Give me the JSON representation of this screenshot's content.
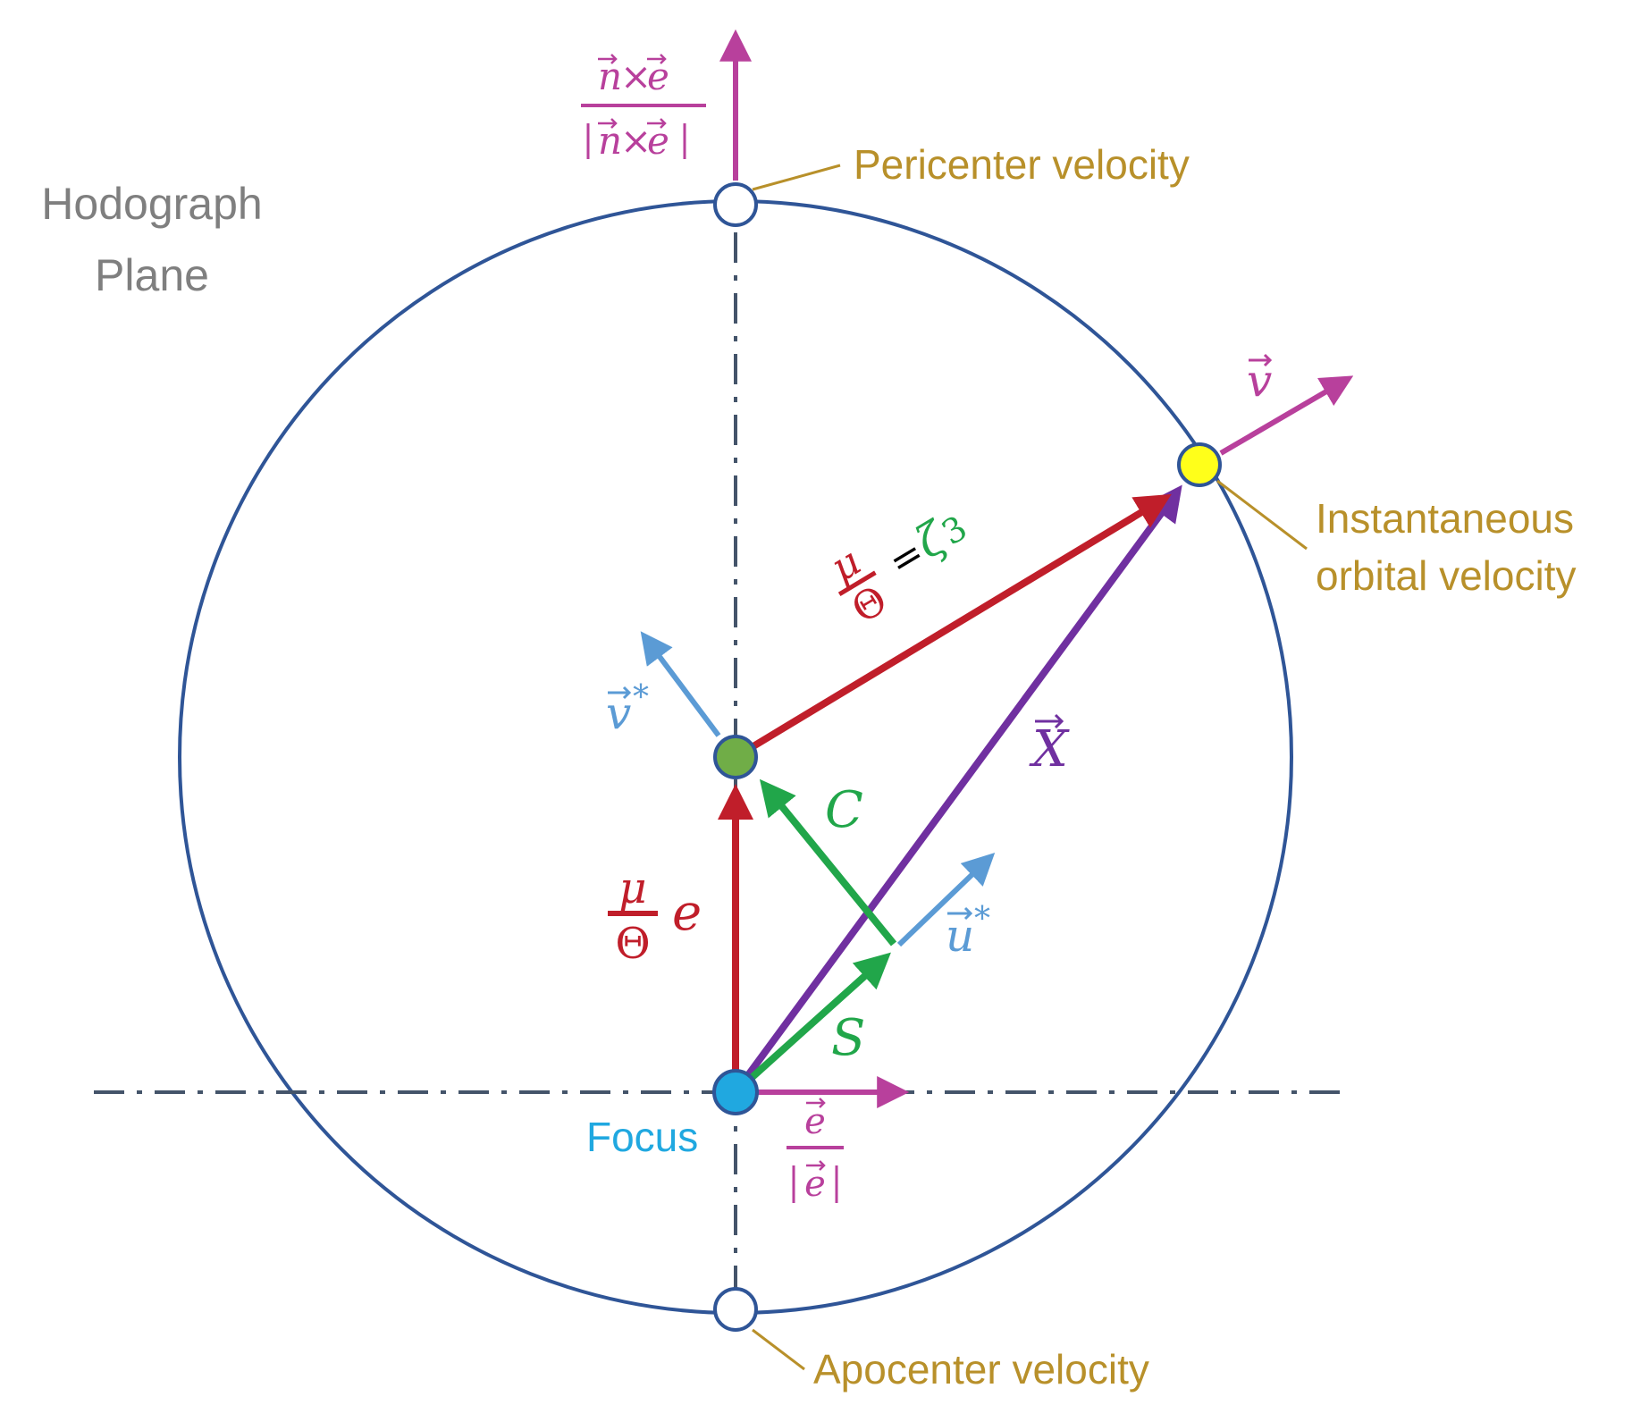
{
  "plane_label": {
    "line1": "Hodograph",
    "line2": "Plane"
  },
  "callouts": {
    "pericenter": "Pericenter velocity",
    "apocenter": "Apocenter velocity",
    "instantaneous_line1": "Instantaneous",
    "instantaneous_line2": "orbital velocity",
    "focus": "Focus"
  },
  "vector_labels": {
    "v": "v",
    "v_star": "v",
    "u_star": "u",
    "star": "*",
    "X": "X",
    "C": "C",
    "S": "S",
    "mu": "μ",
    "Theta": "Θ",
    "e": "e",
    "zeta": "ζ",
    "three": "3",
    "n": "n",
    "times": "×",
    "e_unit": "e",
    "equals": "="
  },
  "colors": {
    "circle": "#2f5597",
    "axis": "#44546a",
    "red": "#c01e2a",
    "green": "#21a64a",
    "purple": "#7030a0",
    "blue_light": "#5b9bd5",
    "magenta": "#b8409c",
    "gold": "#b8902a",
    "gray": "#7f7f7f",
    "focus_fill": "#20a8e0",
    "center_fill": "#70ad47",
    "tip_fill": "#ffff1a"
  }
}
